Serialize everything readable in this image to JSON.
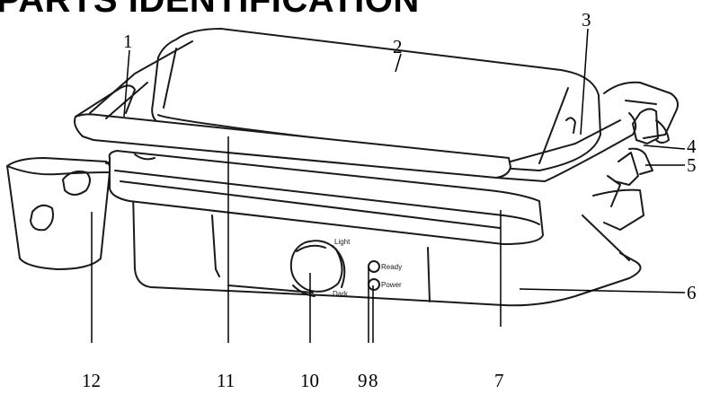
{
  "heading": "PARTS IDENTIFICATION",
  "callouts": {
    "c1": "1",
    "c2": "2",
    "c3": "3",
    "c4": "4",
    "c5": "5",
    "c6": "6",
    "c7": "7",
    "c8": "8",
    "c9": "9",
    "c10": "10",
    "c11": "11",
    "c12": "12"
  },
  "panel": {
    "light": "Light",
    "dark": "Dark",
    "ready": "Ready",
    "power": "Power"
  }
}
